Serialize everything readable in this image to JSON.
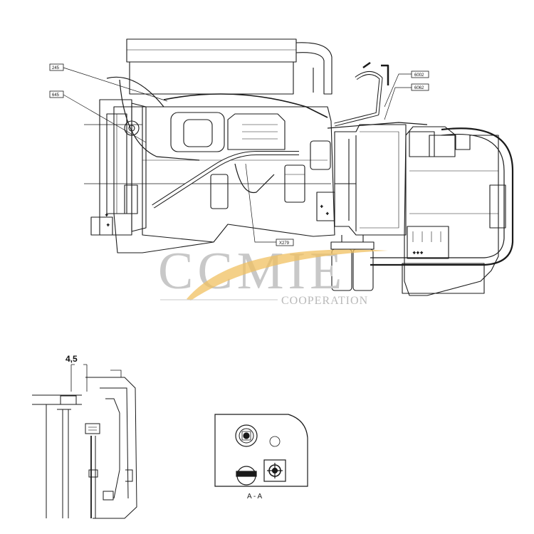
{
  "callouts": {
    "c245": "245",
    "c645": "645",
    "c6002": "6002",
    "c6062": "6062",
    "cX279": "X279"
  },
  "detail": {
    "dimension": "4,5"
  },
  "section": {
    "label": "A - A"
  },
  "watermark": {
    "brand": "CCMIE",
    "tagline": "COOPERATION",
    "swoosh_color": "#f0c060"
  }
}
